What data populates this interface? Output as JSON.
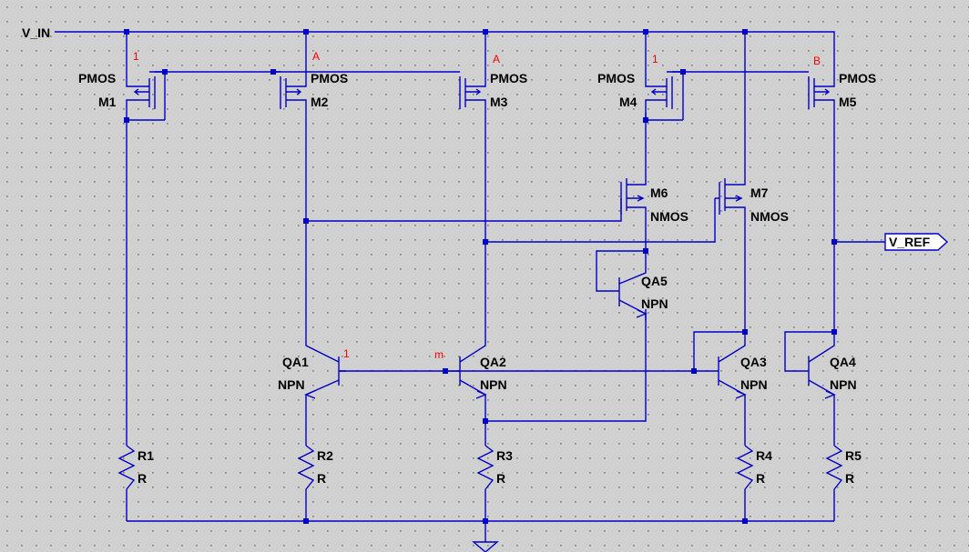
{
  "colors": {
    "background": "#d0d0d0",
    "wire": "#0000c8",
    "junction": "#0000c8",
    "grid_dot": "#808080",
    "text": "#000000",
    "net_label": "#ff0000"
  },
  "ports": {
    "input": "V_IN",
    "output": "V_REF"
  },
  "pmos": [
    {
      "ref": "M1",
      "model": "PMOS"
    },
    {
      "ref": "M2",
      "model": "PMOS"
    },
    {
      "ref": "M3",
      "model": "PMOS"
    },
    {
      "ref": "M4",
      "model": "PMOS"
    },
    {
      "ref": "M5",
      "model": "PMOS"
    }
  ],
  "nmos": [
    {
      "ref": "M6",
      "model": "NMOS"
    },
    {
      "ref": "M7",
      "model": "NMOS"
    }
  ],
  "bjt": [
    {
      "ref": "QA1",
      "model": "NPN"
    },
    {
      "ref": "QA2",
      "model": "NPN"
    },
    {
      "ref": "QA3",
      "model": "NPN"
    },
    {
      "ref": "QA4",
      "model": "NPN"
    },
    {
      "ref": "QA5",
      "model": "NPN"
    }
  ],
  "resistors": [
    {
      "ref": "R1",
      "value": "R"
    },
    {
      "ref": "R2",
      "value": "R"
    },
    {
      "ref": "R3",
      "value": "R"
    },
    {
      "ref": "R4",
      "value": "R"
    },
    {
      "ref": "R5",
      "value": "R"
    }
  ],
  "net_labels": {
    "m1_drain": "1",
    "m2_drain": "A",
    "m3_drain": "A",
    "m4_drain": "1",
    "m5_drain": "B",
    "qa1_base": "1",
    "qa2_base": "m"
  }
}
